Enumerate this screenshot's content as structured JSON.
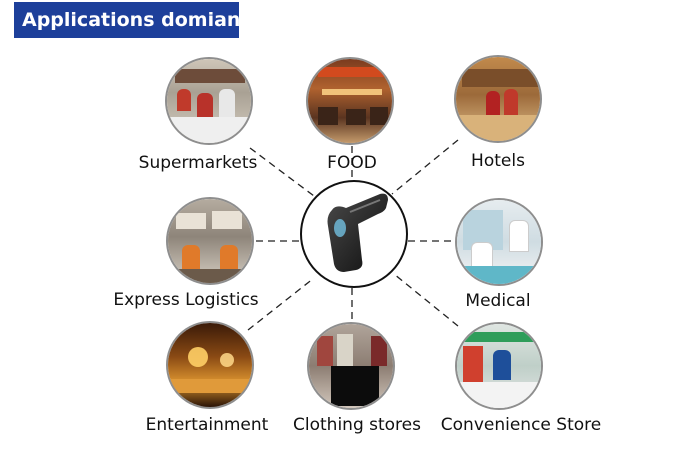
{
  "header": {
    "title": "Applications domian"
  },
  "center": {
    "icon": "barcode-scanner-icon"
  },
  "applications": [
    {
      "id": "supermarkets",
      "label": "Supermarkets"
    },
    {
      "id": "food",
      "label": "FOOD"
    },
    {
      "id": "hotels",
      "label": "Hotels"
    },
    {
      "id": "express-logistics",
      "label": "Express Logistics"
    },
    {
      "id": "medical",
      "label": "Medical"
    },
    {
      "id": "entertainment",
      "label": "Entertainment"
    },
    {
      "id": "clothing-stores",
      "label": "Clothing stores"
    },
    {
      "id": "convenience-store",
      "label": "Convenience Store"
    }
  ],
  "colors": {
    "header_bg": "#1d3f9a",
    "header_text": "#ffffff",
    "circle_border": "#8e8e8e"
  }
}
